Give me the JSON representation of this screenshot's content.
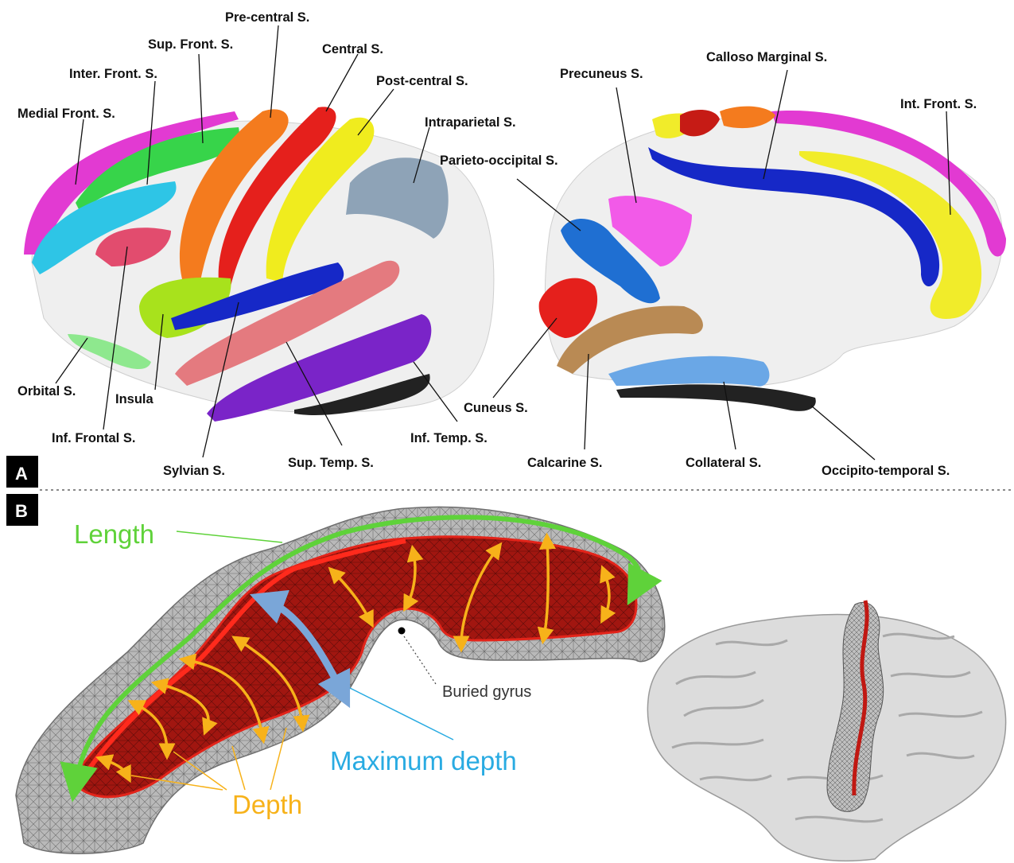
{
  "panels": {
    "a": {
      "badge": "A",
      "lateral_labels": [
        "Pre-central S.",
        "Sup. Front. S.",
        "Central S.",
        "Inter. Front. S.",
        "Post-central S.",
        "Medial Front. S.",
        "Intraparietal S.",
        "Orbital S.",
        "Insula",
        "Inf. Frontal S.",
        "Sylvian S.",
        "Sup. Temp. S.",
        "Inf. Temp. S."
      ],
      "medial_labels": [
        "Precuneus S.",
        "Calloso Marginal S.",
        "Int. Front. S.",
        "Parieto-occipital S.",
        "Cuneus S.",
        "Calcarine S.",
        "Collateral S.",
        "Occipito-temporal S."
      ]
    },
    "b": {
      "badge": "B",
      "length_label": "Length",
      "depth_label": "Depth",
      "max_depth_label": "Maximum depth",
      "buried_gyrus_label": "Buried gyrus"
    }
  },
  "colors": {
    "green_arrow": "#5fd23a",
    "depth_arrows": "#f7b21a",
    "max_depth_arrow": "#7aa6d8",
    "max_depth_text": "#29abe2",
    "sulcus_red": "#b01a14",
    "mesh_gray": "#9a9a9a"
  }
}
